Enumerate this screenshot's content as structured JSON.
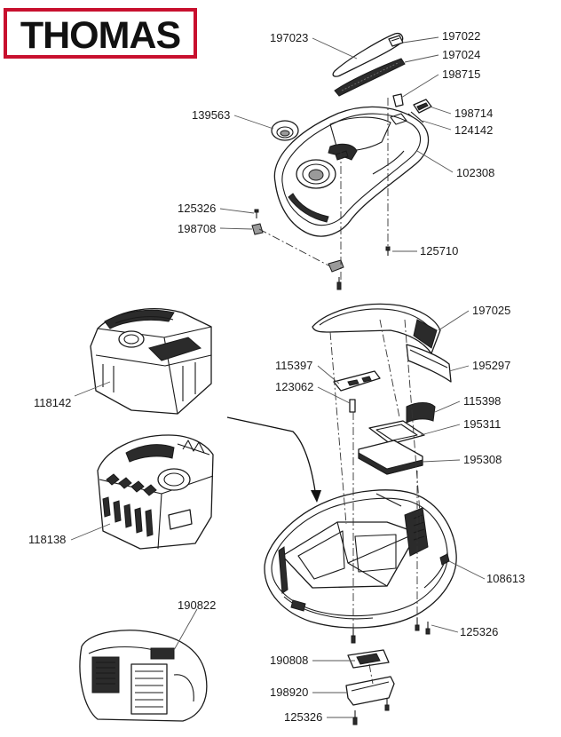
{
  "brand": {
    "logo_text": "THOMAS",
    "accent": "#c8102e"
  },
  "labels": {
    "l197023": "197023",
    "l197022": "197022",
    "l197024": "197024",
    "l198715": "198715",
    "l139563": "139563",
    "l198714": "198714",
    "l124142": "124142",
    "l102308": "102308",
    "l125326a": "125326",
    "l198708": "198708",
    "l125710": "125710",
    "l197025": "197025",
    "l195297": "195297",
    "l115397": "115397",
    "l123062": "123062",
    "l115398": "115398",
    "l118142": "118142",
    "l195311": "195311",
    "l195308": "195308",
    "l118138": "118138",
    "l108613": "108613",
    "l190822": "190822",
    "l125326b": "125326",
    "l190808": "190808",
    "l198920": "198920",
    "l125326c": "125326"
  }
}
